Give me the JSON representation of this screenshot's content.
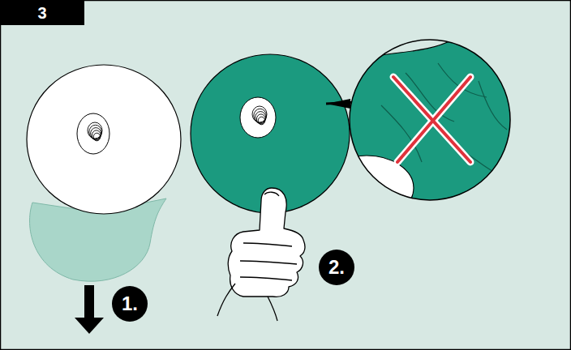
{
  "diagram": {
    "labels": [
      "3",
      "1.",
      "2."
    ]
  }
}
